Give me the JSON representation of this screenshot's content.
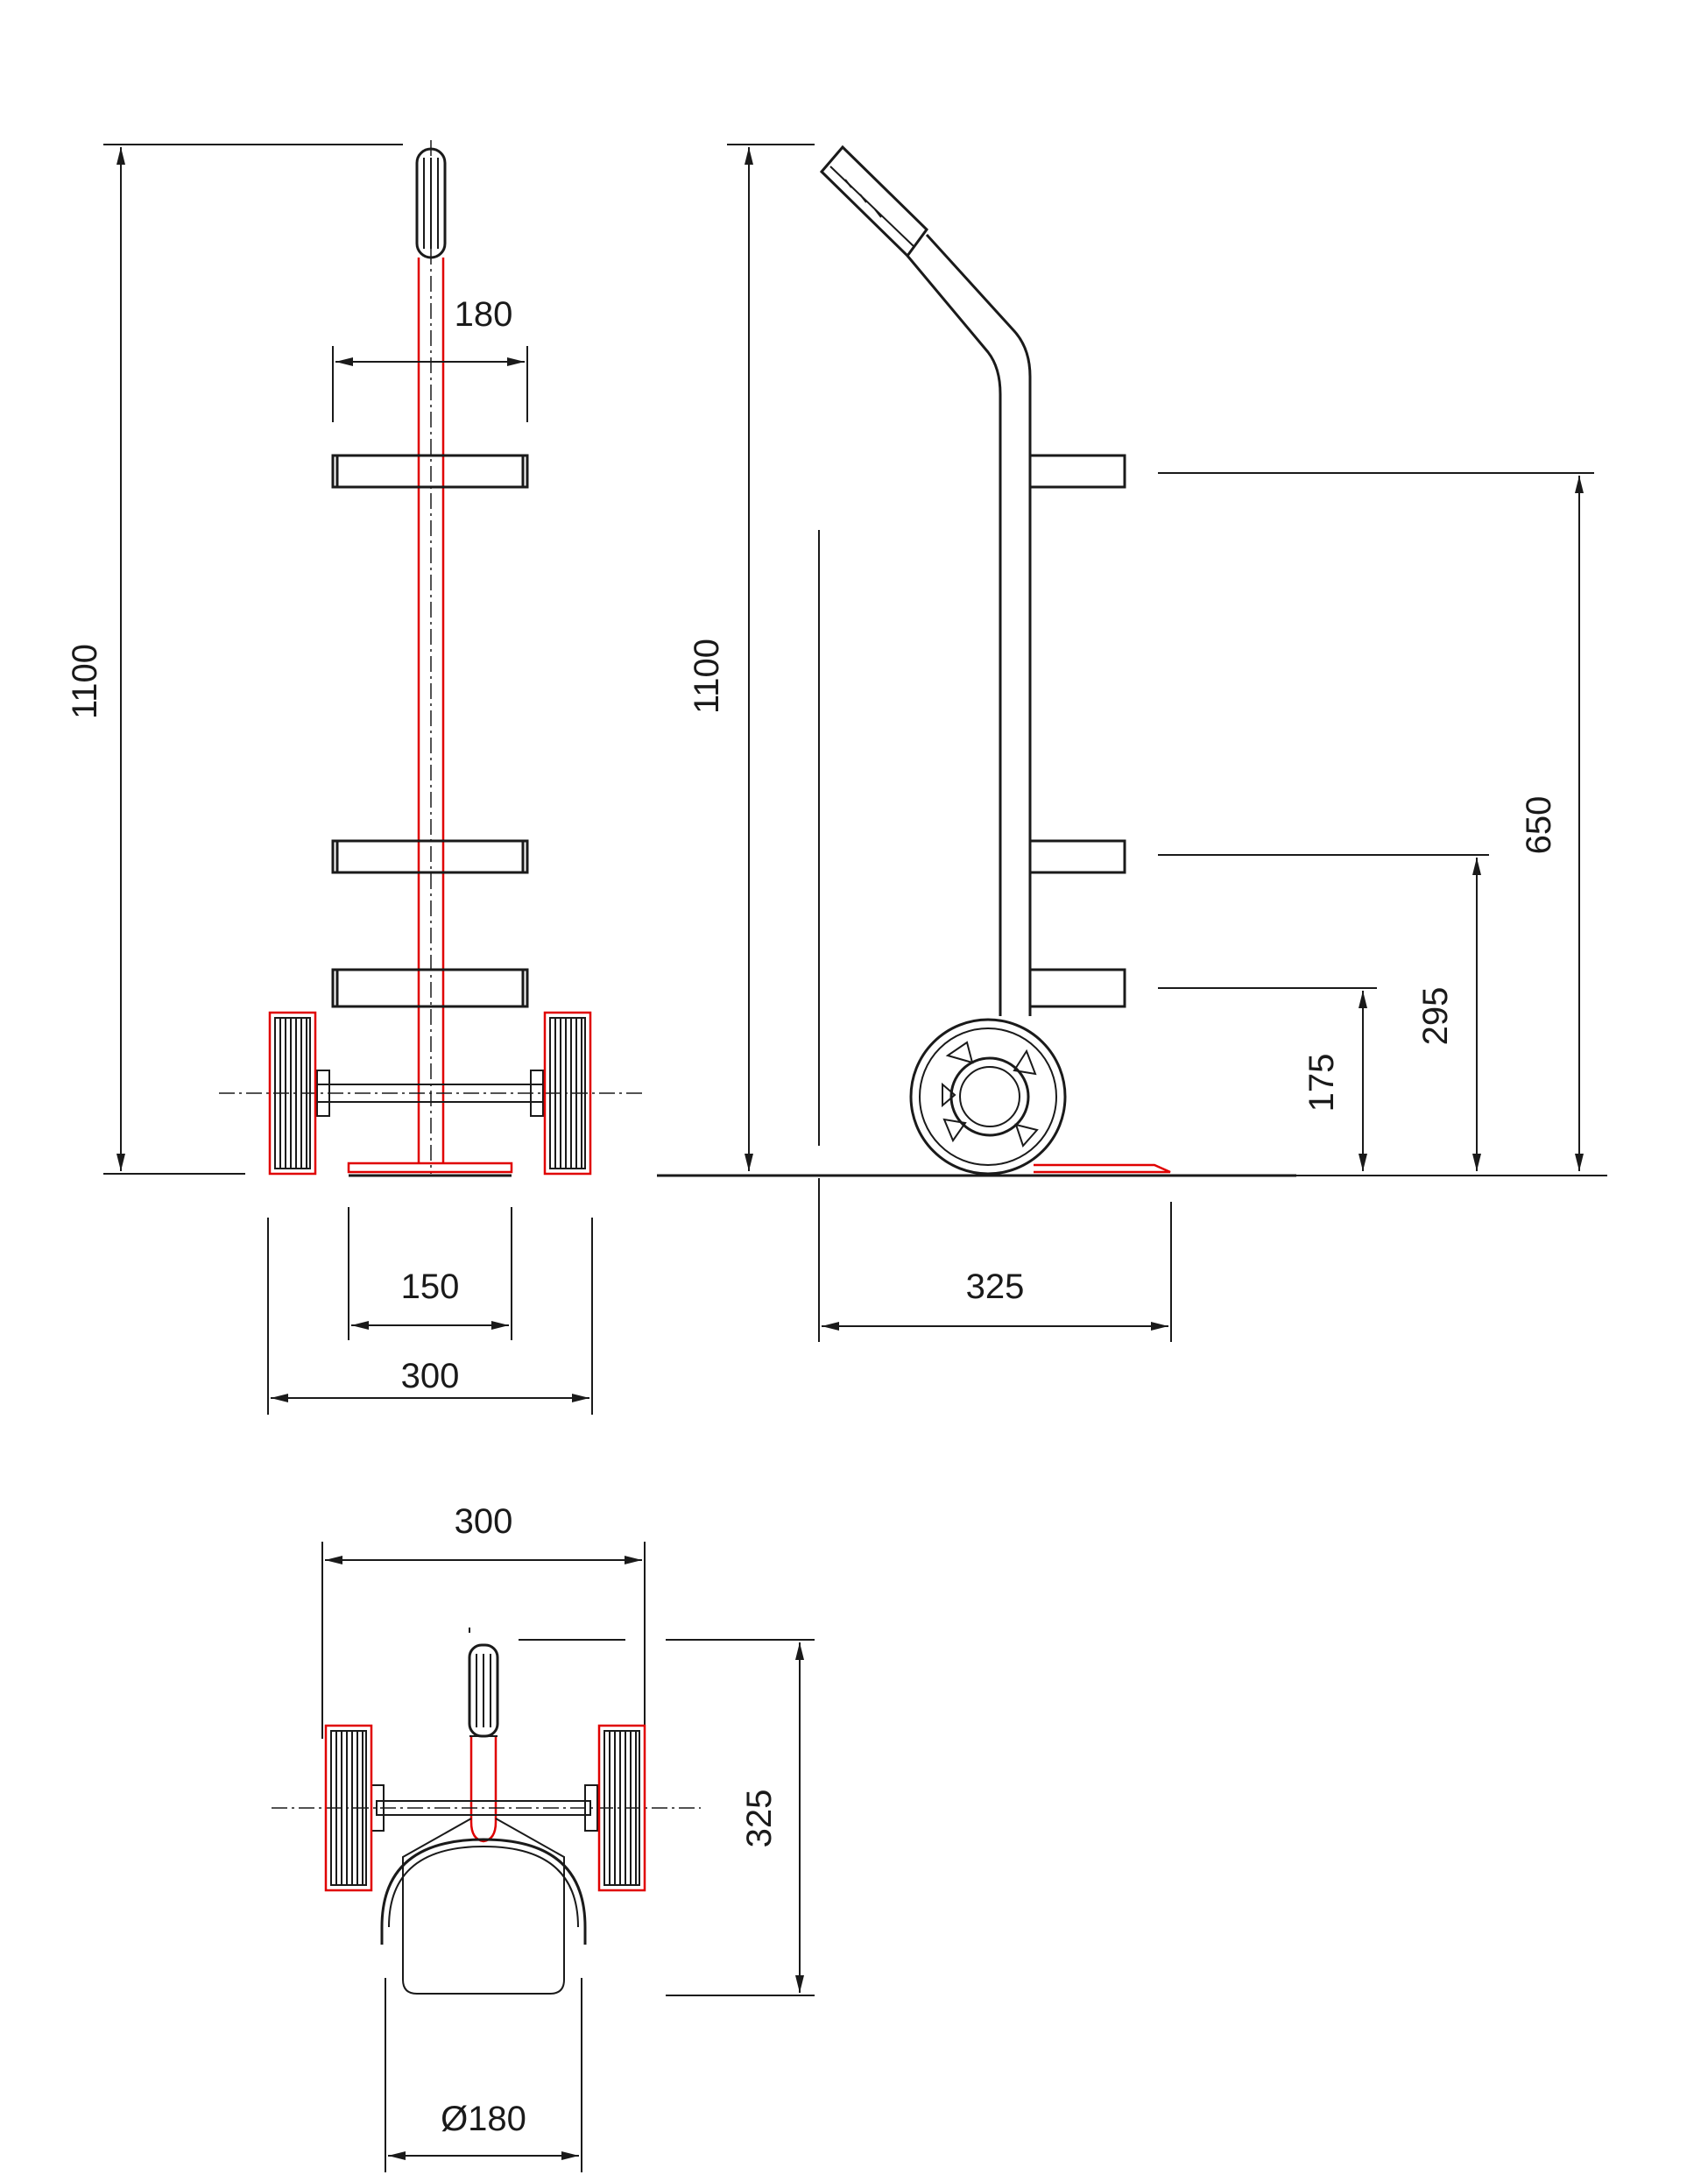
{
  "front_view": {
    "height_label": "1100",
    "handle_width_label": "180",
    "base_width_label": "150",
    "overall_width_label": "300"
  },
  "side_view": {
    "height_label": "1100",
    "rack_top_label": "650",
    "rack_mid_label": "295",
    "rack_low_label": "175",
    "depth_label": "325"
  },
  "top_view": {
    "width_label": "300",
    "depth_label": "325",
    "diameter_label": "Ø180"
  },
  "colors": {
    "line": "#1a1a1a",
    "highlight": "#e00000"
  }
}
